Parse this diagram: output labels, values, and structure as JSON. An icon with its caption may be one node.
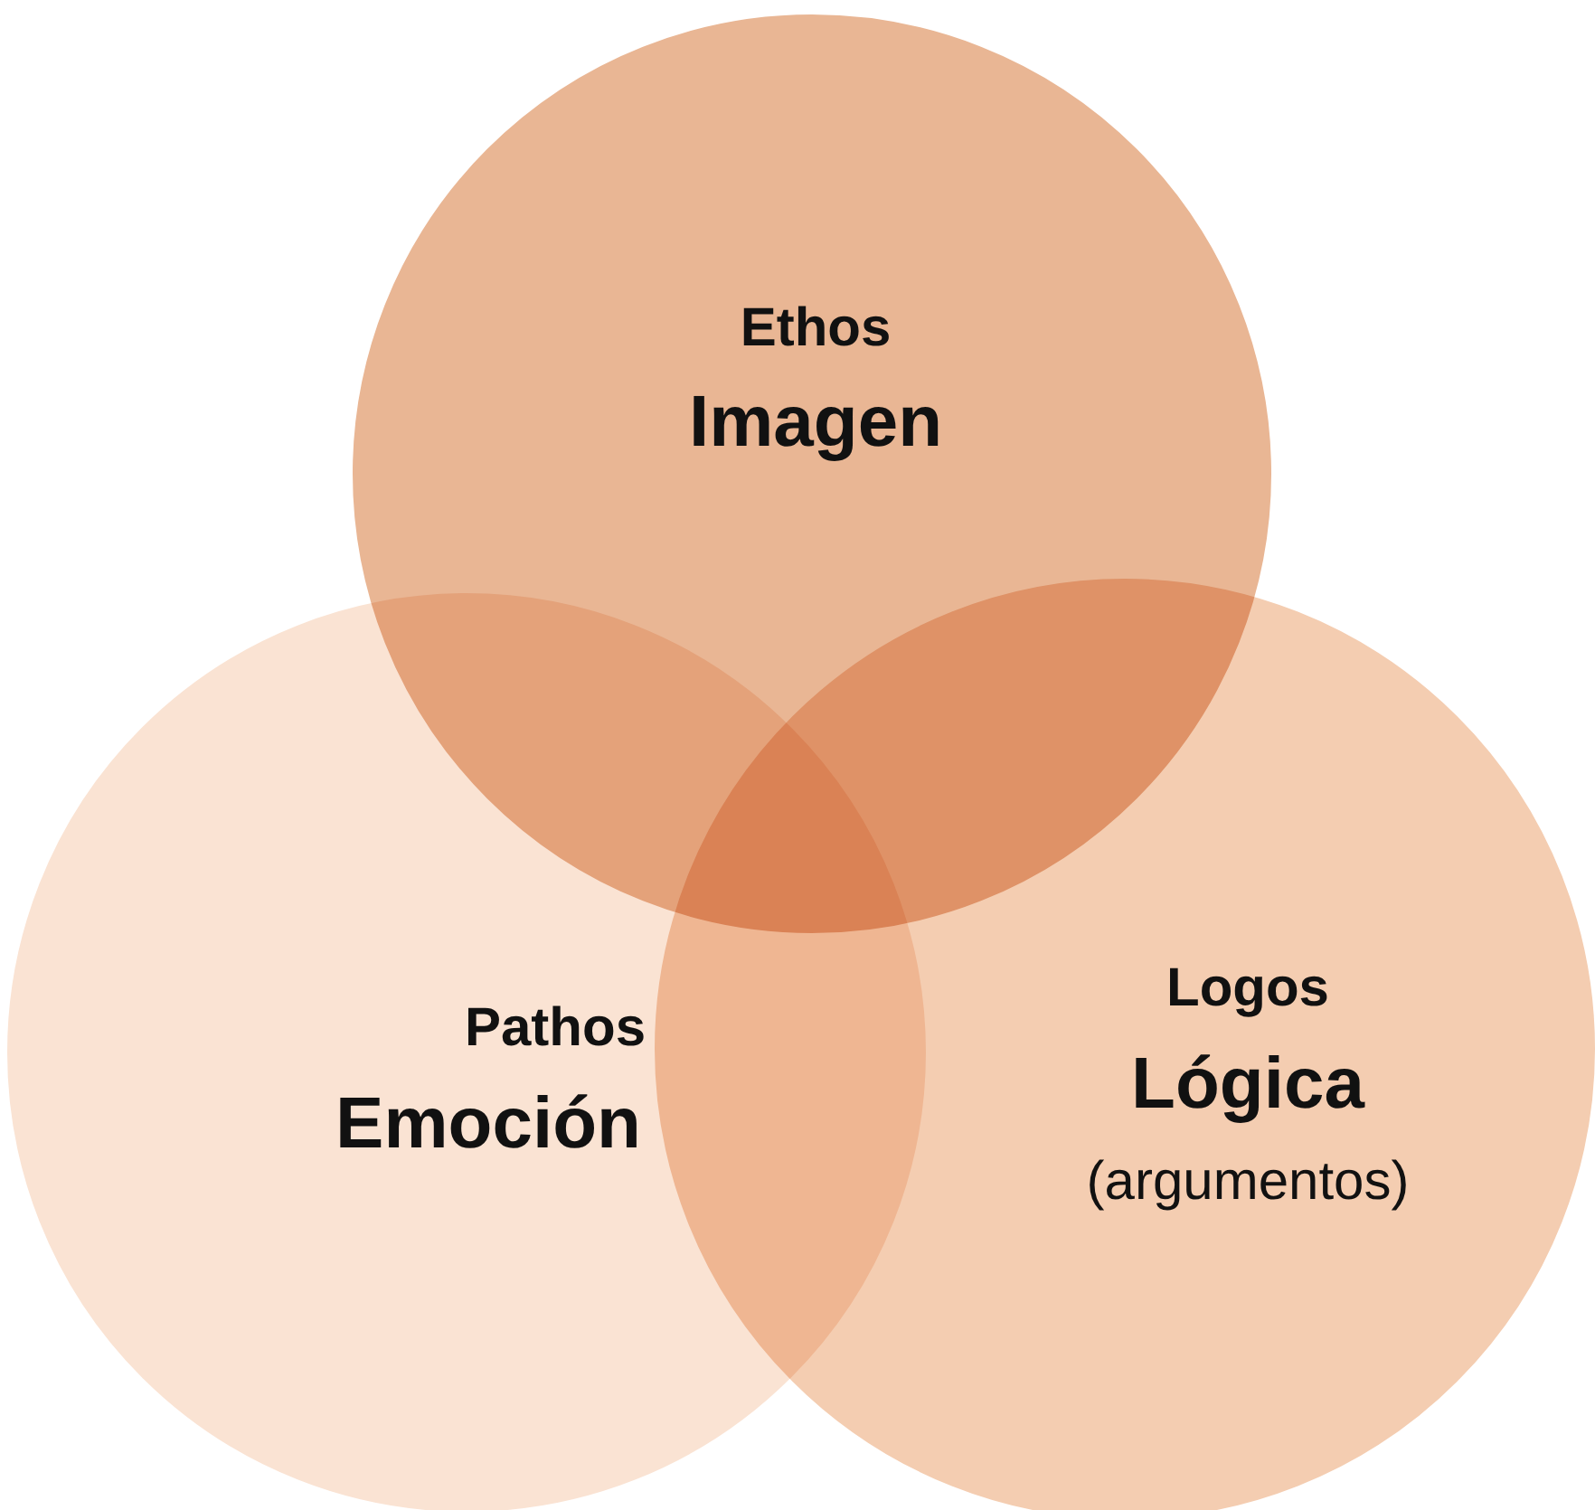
{
  "diagram": {
    "nodes": [
      {
        "text": [
          "Ethos",
          "Imagen"
        ]
      },
      {
        "text": [
          "Pathos",
          "Emoción"
        ]
      },
      {
        "text": [
          "Logos",
          "Lógica",
          "(argumentos)"
        ]
      }
    ]
  }
}
